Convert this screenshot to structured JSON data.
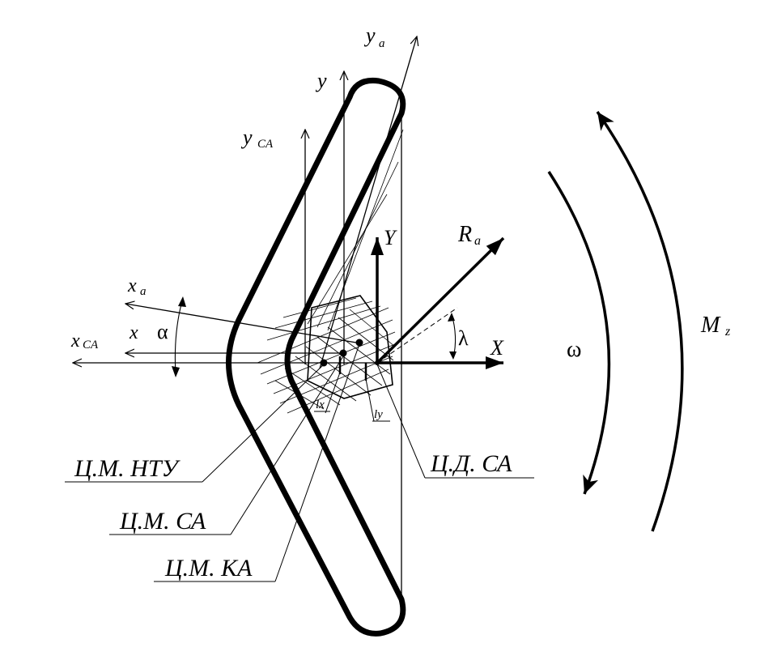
{
  "labels": {
    "y_a": "y",
    "y_a_sub": "a",
    "y": "y",
    "y_ca": "y",
    "y_ca_sub": "CA",
    "Y": "Y",
    "R_a": "R",
    "R_a_sub": "a",
    "x_a": "x",
    "x_a_sub": "a",
    "x": "x",
    "alpha": "α",
    "x_ca": "x",
    "x_ca_sub": "CA",
    "X": "X",
    "lambda": "λ",
    "omega": "ω",
    "M_z": "M",
    "M_z_sub": "z",
    "l_x": "lx",
    "l_y": "ly"
  },
  "callouts": {
    "cm_ntu": "Ц.М. НТУ",
    "cm_ca": "Ц.М. СА",
    "cm_ka": "Ц.М. КА",
    "cd_ca": "Ц.Д. СА"
  }
}
